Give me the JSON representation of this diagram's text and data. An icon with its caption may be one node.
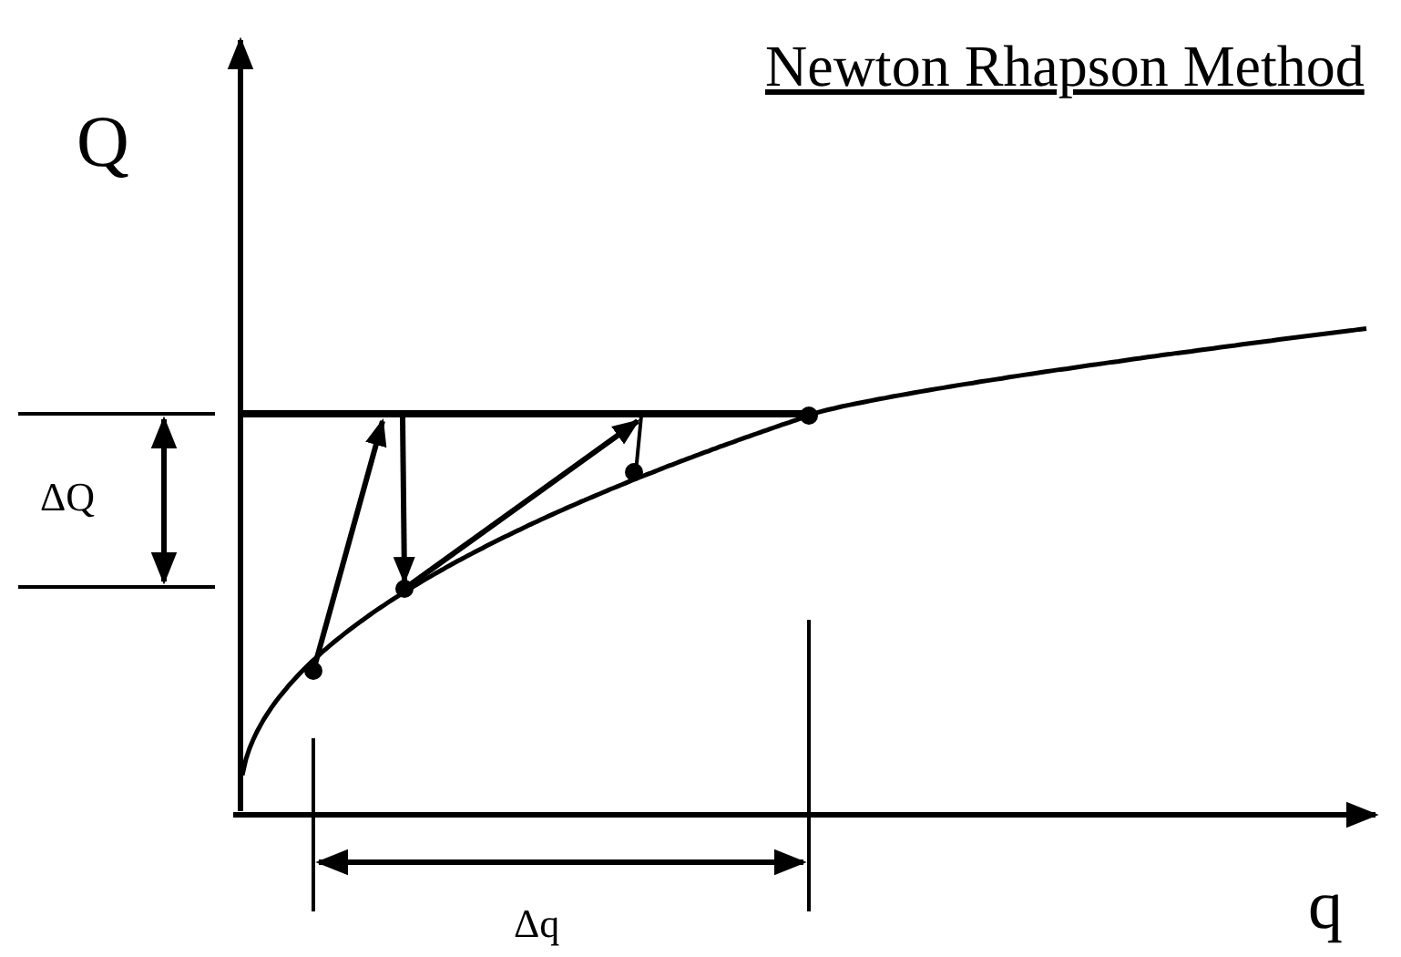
{
  "diagram": {
    "title": "Newton Rhapson Method",
    "labels": [
      "Q",
      "ΔQ",
      "Δq",
      "q"
    ]
  }
}
